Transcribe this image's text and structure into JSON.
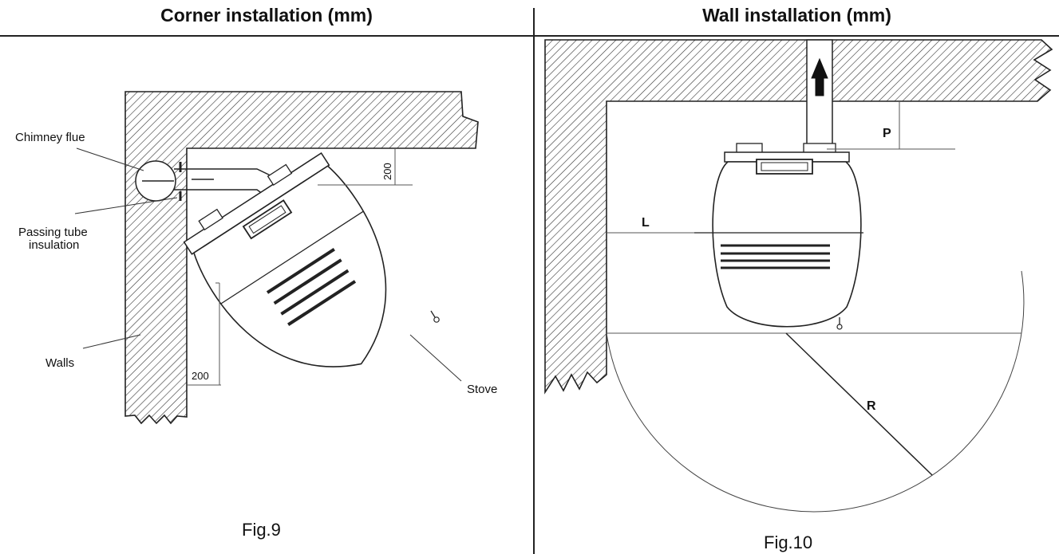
{
  "headers": {
    "left": "Corner installation (mm)",
    "right": "Wall installation (mm)"
  },
  "fig9": {
    "caption": "Fig.9",
    "labels": {
      "chimney_flue": "Chimney flue",
      "passing_tube_line1": "Passing tube",
      "passing_tube_line2": "insulation",
      "walls": "Walls",
      "stove": "Stove",
      "dim_top": "200",
      "dim_bottom": "200"
    }
  },
  "fig10": {
    "caption": "Fig.10",
    "labels": {
      "p": "P",
      "l": "L",
      "r": "R"
    }
  }
}
